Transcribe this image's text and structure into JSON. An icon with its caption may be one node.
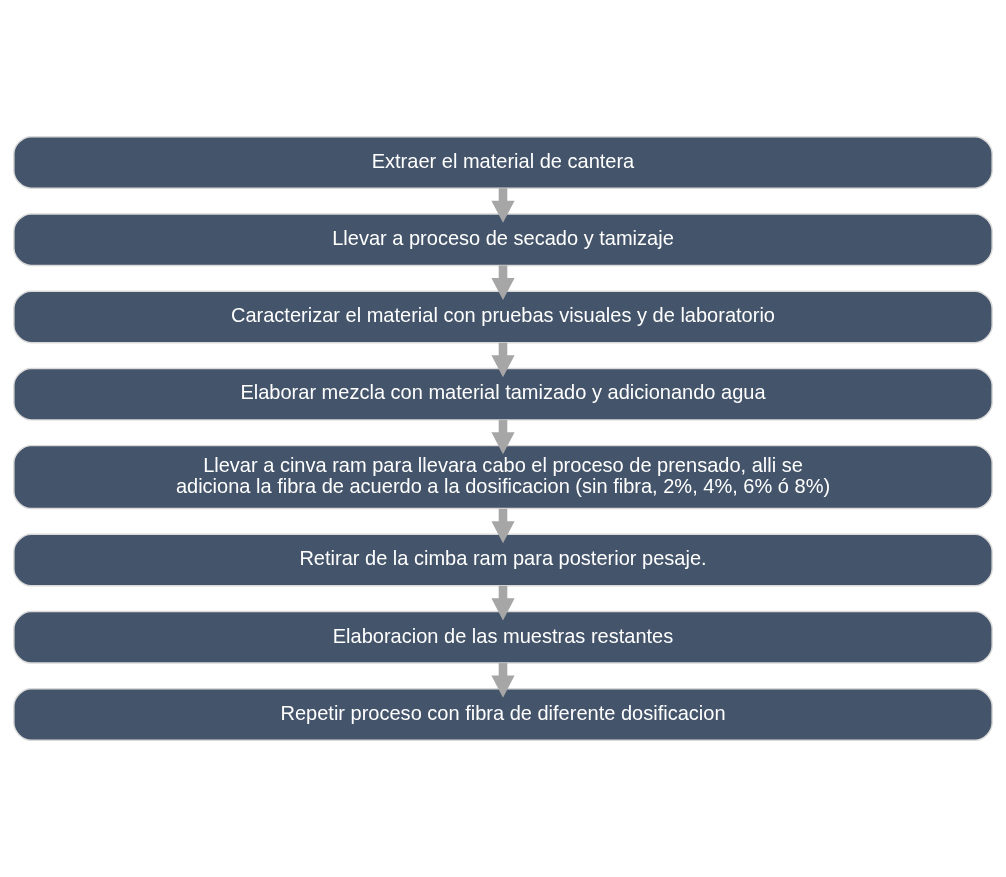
{
  "diagram": {
    "nodes": [
      {
        "text": [
          "Extraer el material de cantera"
        ]
      },
      {
        "text": [
          "Llevar a proceso de secado y tamizaje"
        ]
      },
      {
        "text": [
          "Caracterizar el material con pruebas visuales y de laboratorio"
        ]
      },
      {
        "text": [
          "Elaborar mezcla con material tamizado y adicionando agua"
        ]
      },
      {
        "text": [
          "Llevar a cinva ram para llevara cabo el proceso de prensado, alli se adiciona la fibra de acuerdo a la dosificacion (sin fibra, 2%, 4%, 6% ó 8%)"
        ]
      },
      {
        "text": [
          "Retirar de la cimba ram para posterior pesaje."
        ]
      },
      {
        "text": [
          "Elaboracion de las muestras restantes"
        ]
      },
      {
        "text": [
          "Repetir proceso con fibra de diferente dosificacion"
        ]
      }
    ],
    "edges": [
      {
        "from": 0,
        "to": 1,
        "arrow": "to"
      },
      {
        "from": 1,
        "to": 2,
        "arrow": "to"
      },
      {
        "from": 2,
        "to": 3,
        "arrow": "to"
      },
      {
        "from": 3,
        "to": 4,
        "arrow": "to"
      },
      {
        "from": 4,
        "to": 5,
        "arrow": "to"
      },
      {
        "from": 5,
        "to": 6,
        "arrow": "to"
      },
      {
        "from": 6,
        "to": 7,
        "arrow": "to"
      }
    ]
  }
}
